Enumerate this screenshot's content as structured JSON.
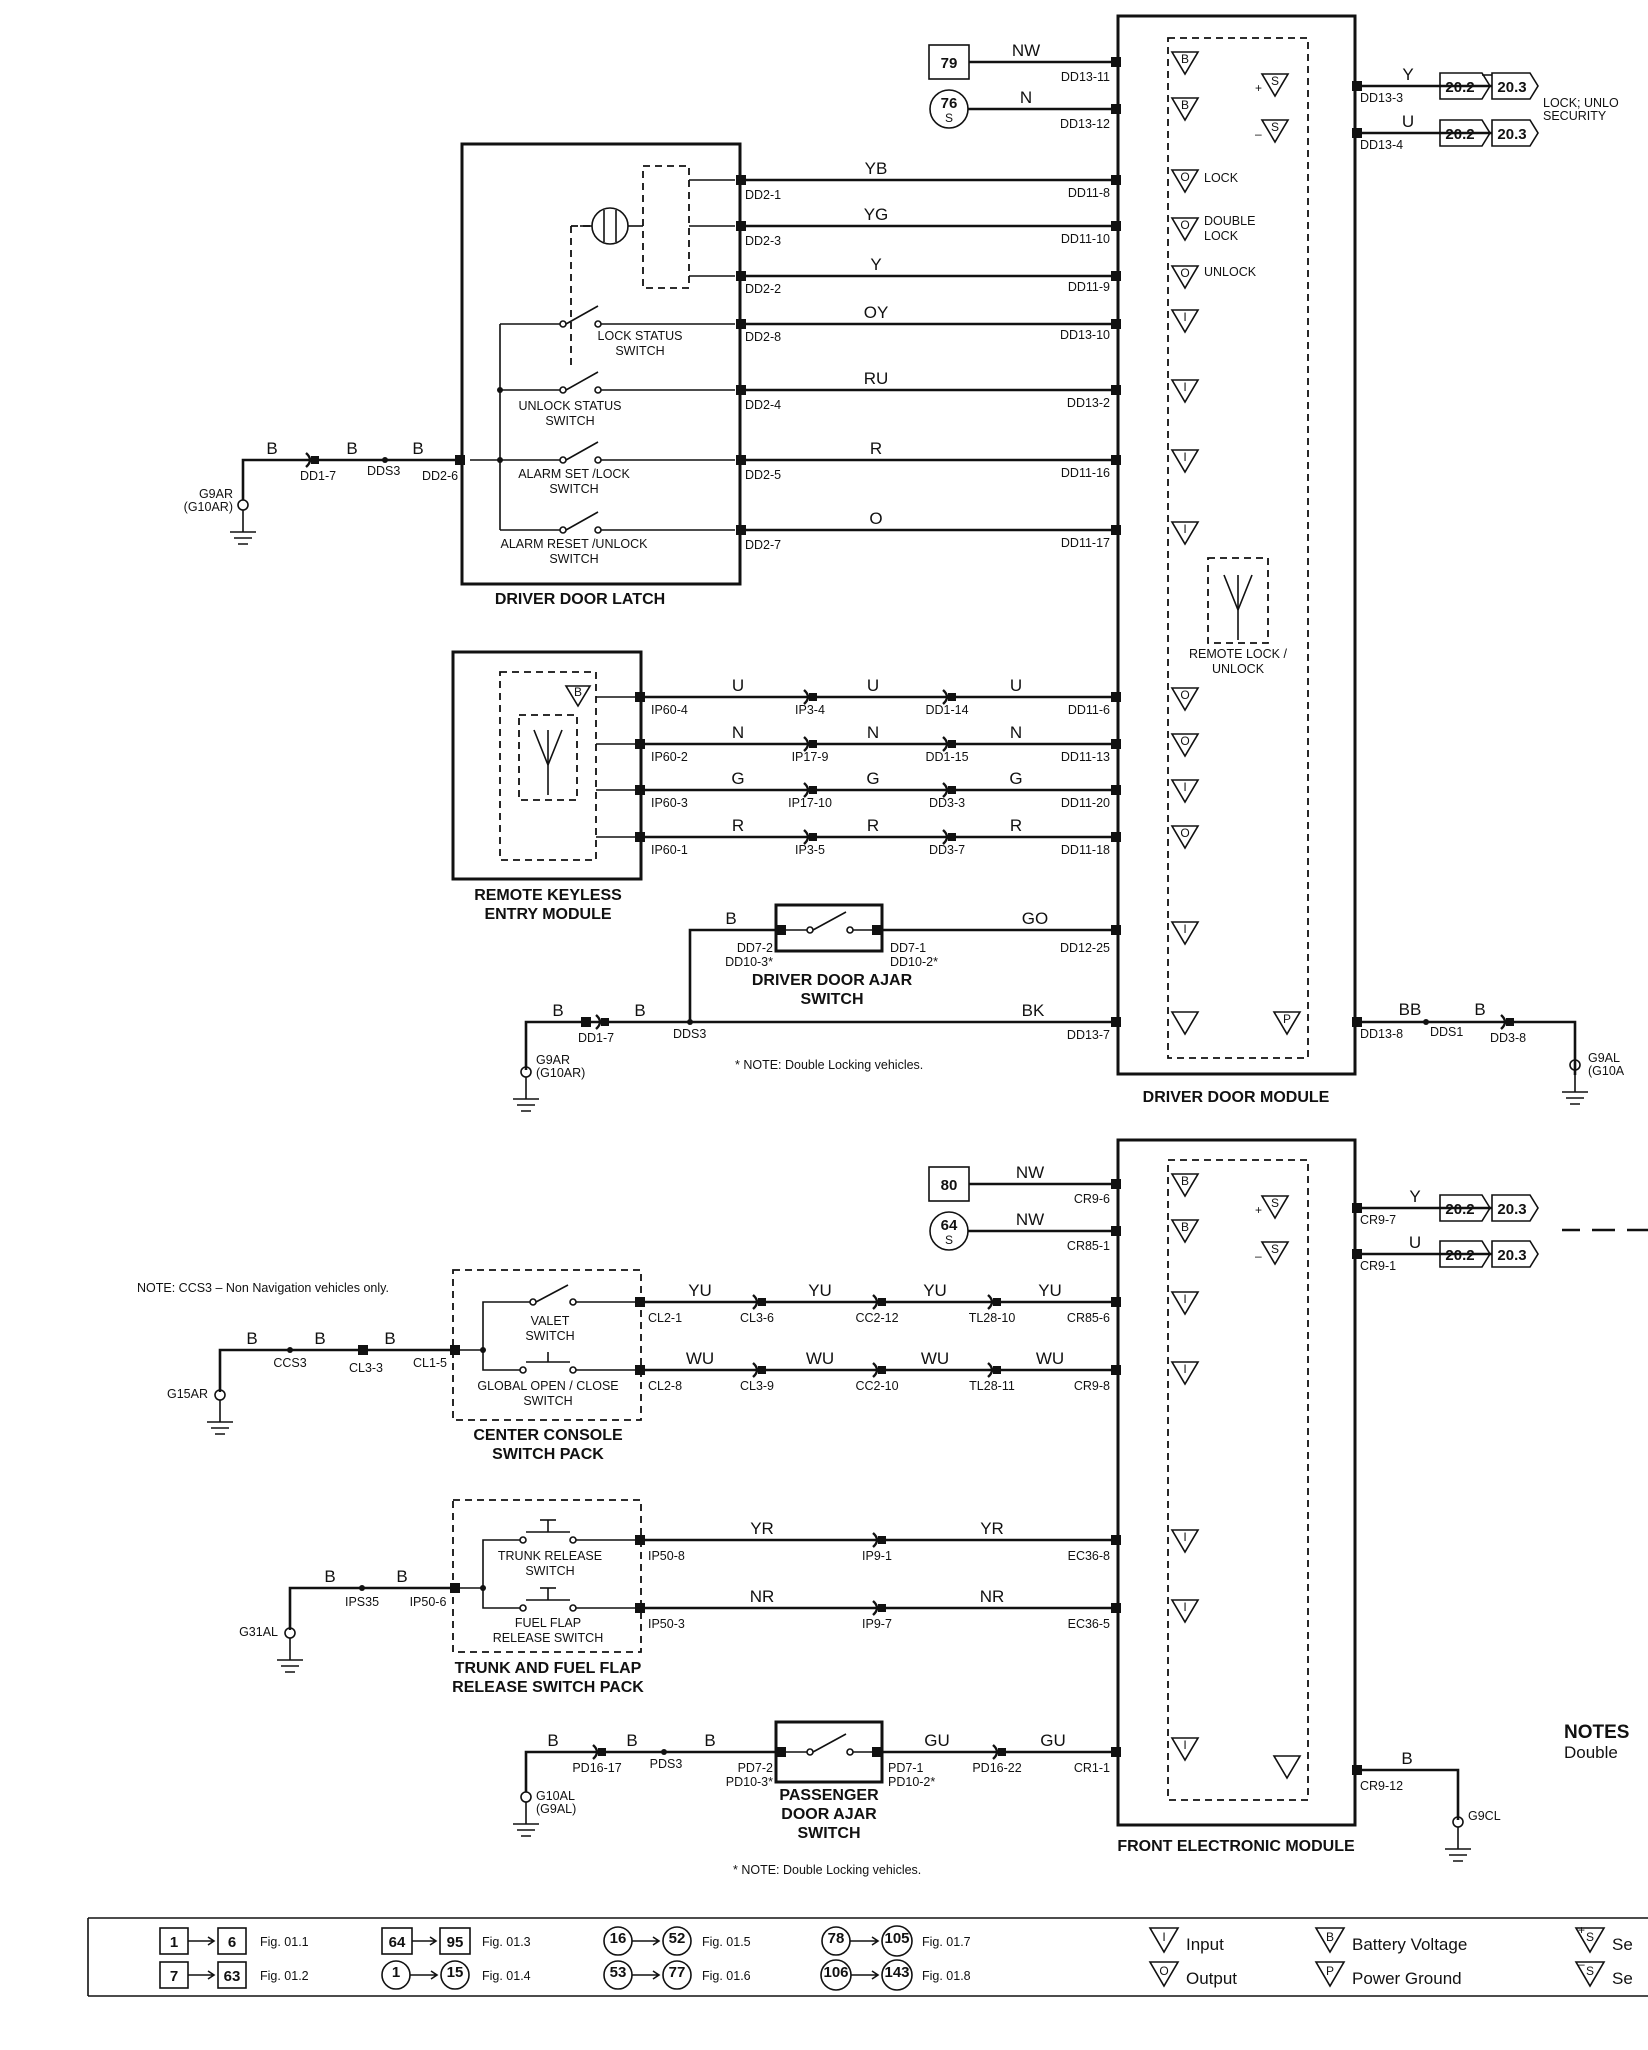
{
  "wire_colors": {
    "dd_nw": "NW",
    "dd_n": "N",
    "dd_yb": "YB",
    "dd_yg": "YG",
    "dd_y": "Y",
    "dd_oy": "OY",
    "dd_ru": "RU",
    "dd_r": "R",
    "dd_o": "O",
    "dd_b1": "B",
    "dd_b2": "B",
    "dd_b3": "B",
    "u1": "U",
    "u2": "U",
    "u3": "U",
    "n1": "N",
    "n2": "N",
    "n3": "N",
    "g1": "G",
    "g2": "G",
    "g3": "G",
    "r1": "R",
    "r2": "R",
    "r3": "R",
    "ajar_b": "B",
    "ajar_go": "GO",
    "gnd_b1": "B",
    "gnd_b2": "B",
    "gnd_bk": "BK",
    "out_y": "Y",
    "out_u": "U",
    "out_bb": "BB",
    "out_b": "B",
    "fe_nw1": "NW",
    "fe_nw2": "NW",
    "fe_y": "Y",
    "fe_u": "U",
    "yu1": "YU",
    "yu2": "YU",
    "yu3": "YU",
    "yu4": "YU",
    "wu1": "WU",
    "wu2": "WU",
    "wu3": "WU",
    "wu4": "WU",
    "cc_b1": "B",
    "cc_b2": "B",
    "cc_b3": "B",
    "yr1": "YR",
    "yr2": "YR",
    "nr1": "NR",
    "nr2": "NR",
    "tr_b1": "B",
    "tr_b2": "B",
    "pd_b1": "B",
    "pd_b2": "B",
    "pd_b3": "B",
    "gu1": "GU",
    "gu2": "GU",
    "fe_b": "B"
  },
  "connectors": {
    "dd13_11": "DD13-11",
    "dd13_12": "DD13-12",
    "dd11_8": "DD11-8",
    "dd11_10": "DD11-10",
    "dd11_9": "DD11-9",
    "dd13_10": "DD13-10",
    "dd13_2": "DD13-2",
    "dd11_16": "DD11-16",
    "dd11_17": "DD11-17",
    "dd2_1": "DD2-1",
    "dd2_3": "DD2-3",
    "dd2_2": "DD2-2",
    "dd2_8": "DD2-8",
    "dd2_4": "DD2-4",
    "dd2_5": "DD2-5",
    "dd2_7": "DD2-7",
    "dd2_6": "DD2-6",
    "dd1_7a": "DD1-7",
    "dds3a": "DDS3",
    "g9ar_a": "G9AR",
    "g10ar_a": "(G10AR)",
    "ip60_4": "IP60-4",
    "ip60_2": "IP60-2",
    "ip60_3": "IP60-3",
    "ip60_1": "IP60-1",
    "ip3_4": "IP3-4",
    "ip17_9": "IP17-9",
    "ip17_10": "IP17-10",
    "ip3_5": "IP3-5",
    "dd1_14": "DD1-14",
    "dd1_15": "DD1-15",
    "dd3_3": "DD3-3",
    "dd3_7": "DD3-7",
    "dd11_6": "DD11-6",
    "dd11_13": "DD11-13",
    "dd11_20": "DD11-20",
    "dd11_18": "DD11-18",
    "dd7_2": "DD7-2",
    "dd10_3": "DD10-3*",
    "dd7_1": "DD7-1",
    "dd10_2": "DD10-2*",
    "dd12_25": "DD12-25",
    "dd1_7b": "DD1-7",
    "dds3b": "DDS3",
    "dd13_7": "DD13-7",
    "g9ar_b": "G9AR",
    "g10ar_b": "(G10AR)",
    "dd13_3": "DD13-3",
    "dd13_4": "DD13-4",
    "dd13_8": "DD13-8",
    "dds1": "DDS1",
    "dd3_8": "DD3-8",
    "g9al": "G9AL",
    "g10al_b": "(G10A",
    "cr9_6": "CR9-6",
    "cr85_1": "CR85-1",
    "cr9_7": "CR9-7",
    "cr9_1": "CR9-1",
    "cl2_1": "CL2-1",
    "cl3_6": "CL3-6",
    "cc2_12": "CC2-12",
    "tl28_10": "TL28-10",
    "cr85_6": "CR85-6",
    "cl2_8": "CL2-8",
    "cl3_9": "CL3-9",
    "cc2_10": "CC2-10",
    "tl28_11": "TL28-11",
    "cr9_8": "CR9-8",
    "ccs3": "CCS3",
    "cl3_3": "CL3-3",
    "cl1_5": "CL1-5",
    "g15ar": "G15AR",
    "ip50_8": "IP50-8",
    "ip9_1": "IP9-1",
    "ec36_8": "EC36-8",
    "ip50_3": "IP50-3",
    "ip9_7": "IP9-7",
    "ec36_5": "EC36-5",
    "ips35": "IPS35",
    "ip50_6": "IP50-6",
    "g31al": "G31AL",
    "pd16_17": "PD16-17",
    "pds3": "PDS3",
    "pd7_2": "PD7-2",
    "pd10_3": "PD10-3*",
    "pd7_1": "PD7-1",
    "pd10_2": "PD10-2*",
    "pd16_22": "PD16-22",
    "cr1_1": "CR1-1",
    "g10al": "G10AL",
    "g9al_p": "(G9AL)",
    "cr9_12": "CR9-12",
    "g9cl": "G9CL"
  },
  "labels": {
    "lock": "LOCK",
    "double": "DOUBLE",
    "double2": "LOCK",
    "unlock": "UNLOCK",
    "lock_status1": "LOCK STATUS",
    "lock_status2": "SWITCH",
    "unlock_status1": "UNLOCK STATUS",
    "unlock_status2": "SWITCH",
    "alarm_set1": "ALARM SET /LOCK",
    "alarm_set2": "SWITCH",
    "alarm_reset1": "ALARM RESET /UNLOCK",
    "alarm_reset2": "SWITCH",
    "remote_lock1": "REMOTE LOCK /",
    "remote_lock2": "UNLOCK",
    "out_note1": "LOCK; UNLO",
    "out_note2": "SECURITY",
    "valet1": "VALET",
    "valet2": "SWITCH",
    "global1": "GLOBAL OPEN / CLOSE",
    "global2": "SWITCH",
    "trunk_rel1": "TRUNK RELEASE",
    "trunk_rel2": "SWITCH",
    "fuel_rel1": "FUEL FLAP",
    "fuel_rel2": "RELEASE SWITCH",
    "note_ccs3": "NOTE: CCS3 – Non Navigation vehicles only.",
    "note_dl1": "* NOTE: Double Locking vehicles.",
    "note_dl2": "* NOTE: Double Locking vehicles.",
    "notes_r1": "NOTES",
    "notes_r2": "Double"
  },
  "components": {
    "driver_door_latch": "DRIVER DOOR LATCH",
    "rke1": "REMOTE KEYLESS",
    "rke2": "ENTRY MODULE",
    "dd_ajar1": "DRIVER DOOR AJAR",
    "dd_ajar2": "SWITCH",
    "ddm": "DRIVER DOOR MODULE",
    "ccsp1": "CENTER CONSOLE",
    "ccsp2": "SWITCH PACK",
    "tfsp1": "TRUNK AND FUEL FLAP",
    "tfsp2": "RELEASE SWITCH PACK",
    "pd_ajar1": "PASSENGER",
    "pd_ajar2": "DOOR AJAR",
    "pd_ajar3": "SWITCH",
    "fem": "FRONT ELECTRONIC MODULE"
  },
  "references": {
    "ref79": "79",
    "ref76": "76",
    "ref80": "80",
    "ref64": "64",
    "s": "S",
    "x202a": "20.2",
    "x203a": "20.3",
    "x202b": "20.2",
    "x203b": "20.3",
    "x202c": "20.2",
    "x203c": "20.3",
    "x202d": "20.2",
    "x203d": "20.3"
  },
  "legend": {
    "f1a": "1",
    "f1b": "6",
    "f1c": "Fig. 01.1",
    "f2a": "7",
    "f2b": "63",
    "f2c": "Fig. 01.2",
    "f3a": "64",
    "f3b": "95",
    "f3c": "Fig. 01.3",
    "f4a": "1",
    "f4b": "15",
    "f4c": "Fig. 01.4",
    "f5a": "16",
    "f5b": "52",
    "f5c": "Fig. 01.5",
    "f6a": "53",
    "f6b": "77",
    "f6c": "Fig. 01.6",
    "f7a": "78",
    "f7b": "105",
    "f7c": "Fig. 01.7",
    "f8a": "106",
    "f8b": "143",
    "f8c": "Fig. 01.8",
    "input": "Input",
    "output": "Output",
    "battery": "Battery Voltage",
    "power_ground": "Power Ground",
    "se1": "Se",
    "se2": "Se"
  }
}
